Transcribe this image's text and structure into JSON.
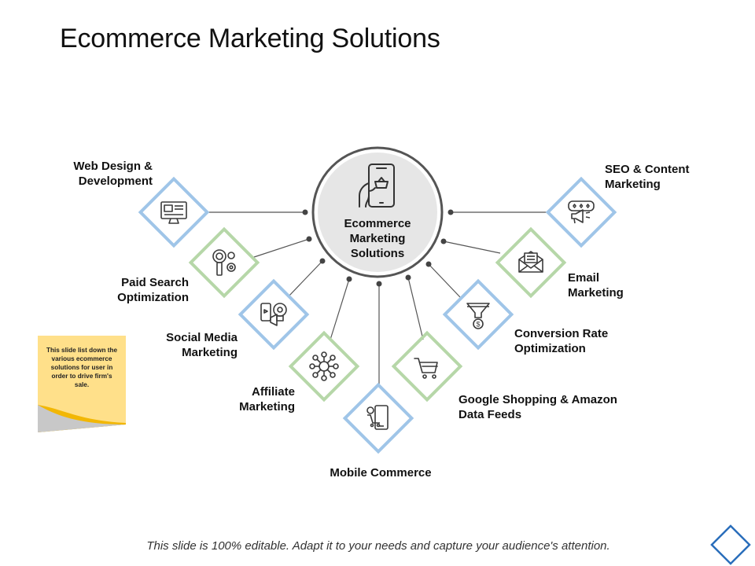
{
  "title": "Ecommerce Marketing Solutions",
  "hub": {
    "label": "Ecommerce\nMarketing\nSolutions",
    "icon": "mobile-shopping-basket-icon"
  },
  "nodes": [
    {
      "id": "web-design",
      "label": "Web Design &\nDevelopment",
      "icon": "monitor-icon",
      "color": "#9fc5e8"
    },
    {
      "id": "paid-search",
      "label": "Paid Search\nOptimization",
      "icon": "search-gears-icon",
      "color": "#b6d7a8"
    },
    {
      "id": "social-media",
      "label": "Social Media\nMarketing",
      "icon": "social-devices-icon",
      "color": "#9fc5e8"
    },
    {
      "id": "affiliate",
      "label": "Affiliate\nMarketing",
      "icon": "network-people-icon",
      "color": "#b6d7a8"
    },
    {
      "id": "mobile-commerce",
      "label": "Mobile Commerce",
      "icon": "mobile-cart-icon",
      "color": "#9fc5e8"
    },
    {
      "id": "google-shopping",
      "label": "Google Shopping & Amazon\nData Feeds",
      "icon": "shopping-cart-icon",
      "color": "#b6d7a8"
    },
    {
      "id": "conversion-rate",
      "label": "Conversion Rate\nOptimization",
      "icon": "funnel-dollar-icon",
      "color": "#9fc5e8"
    },
    {
      "id": "email",
      "label": "Email\nMarketing",
      "icon": "envelope-icon",
      "color": "#b6d7a8"
    },
    {
      "id": "seo-content",
      "label": "SEO & Content\nMarketing",
      "icon": "megaphone-rating-icon",
      "color": "#9fc5e8"
    }
  ],
  "note": {
    "text": "This slide list down the various ecommerce solutions for user in order to drive firm's sale."
  },
  "footer": "This slide is 100% editable. Adapt it to your needs and capture your audience's attention."
}
